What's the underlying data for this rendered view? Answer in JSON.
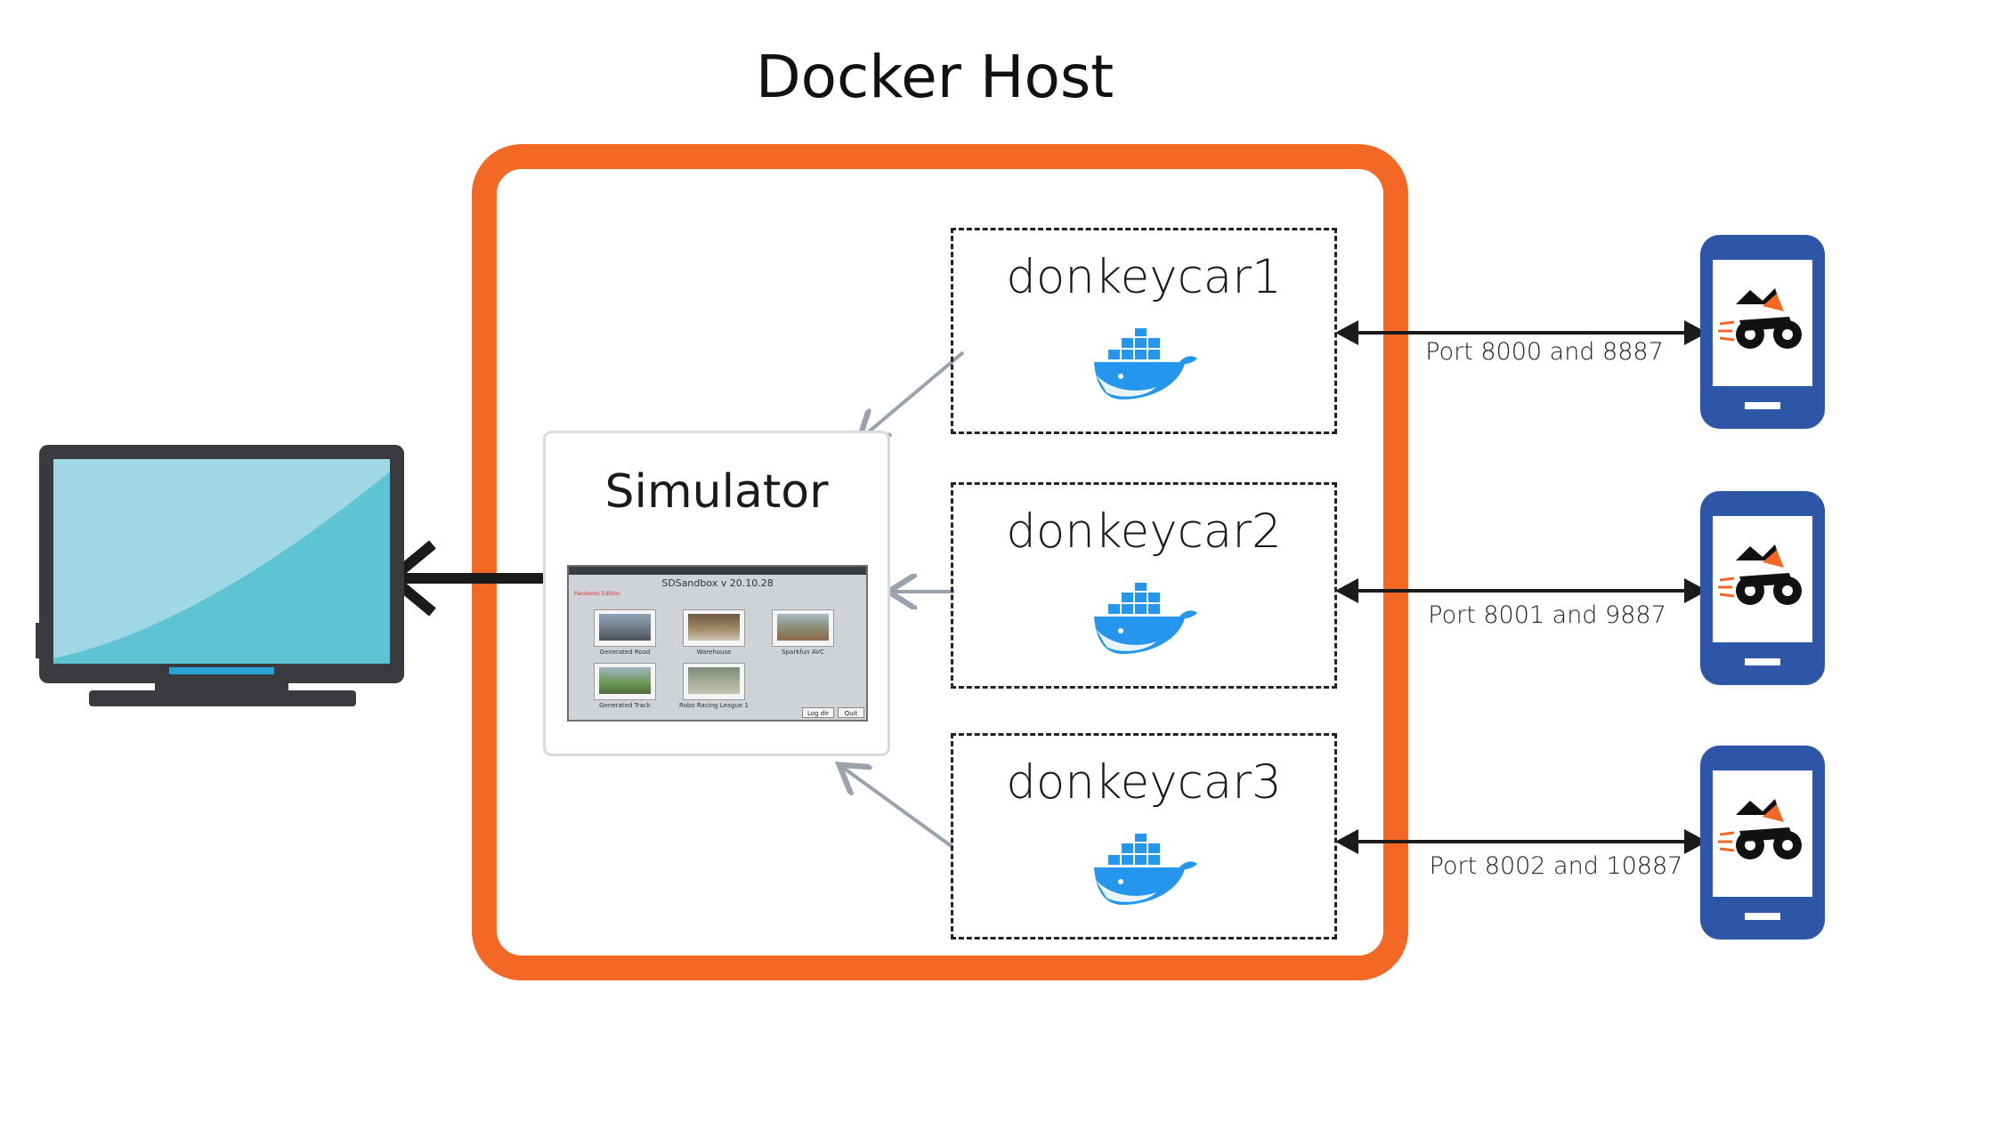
{
  "title": "Docker Host",
  "simulator": {
    "label": "Simulator",
    "window": {
      "version": "SDSandbox v 20.10.28",
      "edition": "Pandemic Edition",
      "tracks": [
        "Generated Road",
        "Warehouse",
        "Sparkfun AVC",
        "Generated Track",
        "Robo Racing League 1"
      ],
      "buttons": [
        "Log dir",
        "Quit"
      ]
    }
  },
  "containers": [
    {
      "name": "donkeycar1",
      "port": "Port 8000 and 8887"
    },
    {
      "name": "donkeycar2",
      "port": "Port 8001 and 9887"
    },
    {
      "name": "donkeycar3",
      "port": "Port 8002 and 10887"
    }
  ],
  "colors": {
    "host_frame": "#f26824",
    "docker_blue": "#2496ed",
    "phone_blue": "#2e56a6",
    "monitor_screen": "#5ec3d3"
  },
  "icons": [
    "monitor-icon",
    "docker-whale-icon",
    "phone-icon"
  ]
}
